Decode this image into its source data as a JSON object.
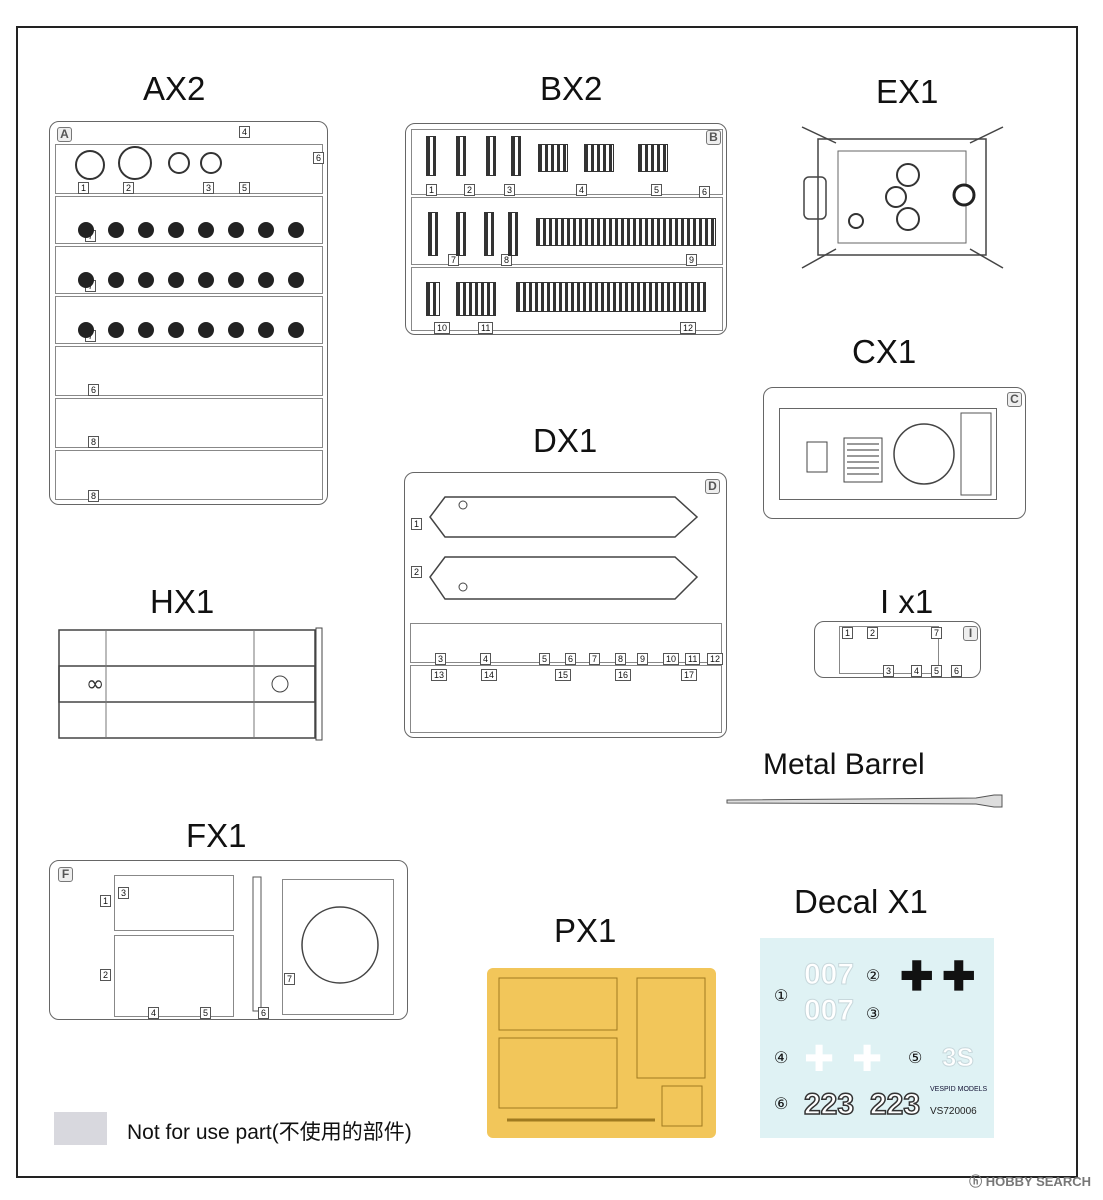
{
  "sprues": {
    "ax2": "AX2",
    "bx2": "BX2",
    "ex1": "EX1",
    "cx1": "CX1",
    "dx1": "DX1",
    "hx1": "HX1",
    "ix1": "I x1",
    "metal_barrel": "Metal  Barrel",
    "fx1": "FX1",
    "px1": "PX1",
    "decal": "Decal X1"
  },
  "sprue_letters": {
    "a": "A",
    "b": "B",
    "c": "C",
    "d": "D",
    "f": "F",
    "i": "I"
  },
  "part_numbers": {
    "a": [
      "1",
      "2",
      "3",
      "4",
      "5",
      "6",
      "7",
      "7",
      "7",
      "6",
      "8",
      "8"
    ],
    "b": [
      "1",
      "2",
      "3",
      "4",
      "5",
      "6",
      "7",
      "8",
      "9",
      "10",
      "11",
      "12"
    ],
    "d": [
      "1",
      "2",
      "3",
      "4",
      "5",
      "6",
      "7",
      "8",
      "9",
      "10",
      "11",
      "12",
      "13",
      "14",
      "15",
      "16",
      "17"
    ],
    "f": [
      "1",
      "2",
      "3",
      "4",
      "5",
      "6",
      "7"
    ],
    "i": [
      "1",
      "2",
      "3",
      "4",
      "5",
      "6",
      "7"
    ]
  },
  "decal_sheet": {
    "markers": [
      "①",
      "②",
      "③",
      "④",
      "⑤",
      "⑥"
    ],
    "n007": "007",
    "s3": "3S",
    "n223": "223",
    "code": "VS720006",
    "brand": "VESPID MODELS"
  },
  "legend": {
    "label": "Not for use part(不使用的部件)",
    "swatch_color": "#d8d8de"
  },
  "watermark": "ⓗ HOBBY SEARCH",
  "colors": {
    "photo_etch": "#f2c65a",
    "decal_bg": "#dff2f4",
    "not_for_use": "#d8d8de"
  }
}
